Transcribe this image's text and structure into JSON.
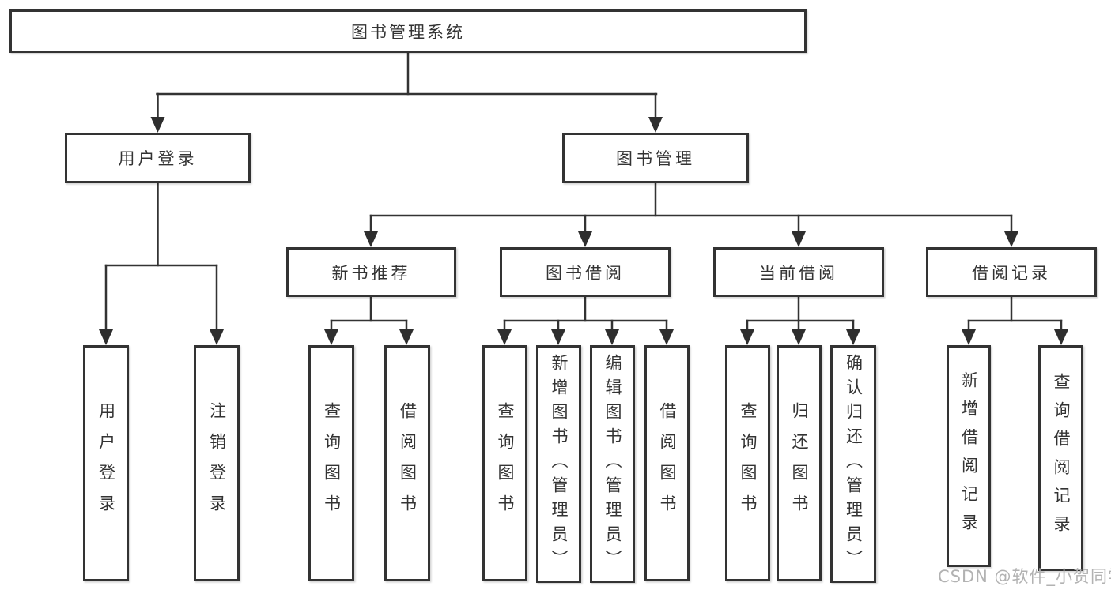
{
  "nodes": {
    "root": "图书管理系统",
    "level2": {
      "user_login": "用户登录",
      "book_management": "图书管理"
    },
    "level3": {
      "new_book_recommend": "新书推荐",
      "book_borrowing": "图书借阅",
      "current_borrowing": "当前借阅",
      "borrowing_records": "借阅记录"
    },
    "level4": {
      "user_login": [
        "用户登录",
        "注销登录"
      ],
      "new_book_recommend": [
        "查询图书",
        "借阅图书"
      ],
      "book_borrowing": [
        "查询图书",
        "新增图书（管理员）",
        "编辑图书（管理员）",
        "借阅图书"
      ],
      "current_borrowing": [
        "查询图书",
        "归还图书",
        "确认归还（管理员）"
      ],
      "borrowing_records": [
        "新增借阅记录",
        "查询借阅记录"
      ]
    }
  },
  "watermark": "CSDN @软件_小贺同学",
  "colors": {
    "line": "#333333",
    "text": "#333333",
    "background": "#ffffff",
    "watermark": "#b2b2b2"
  }
}
